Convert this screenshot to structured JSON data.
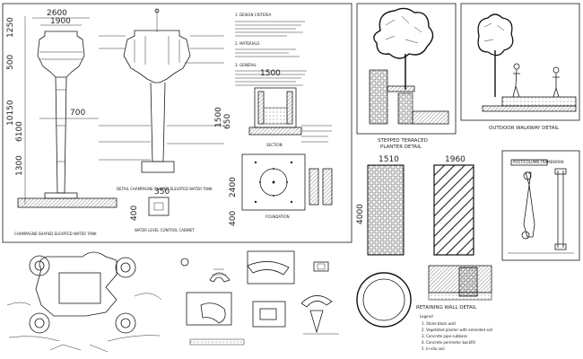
{
  "elevated_tank": {
    "dims_vertical": [
      "1250",
      "500",
      "10150",
      "6100",
      "1300"
    ],
    "dims_horizontal": [
      "2600",
      "1900",
      "700"
    ],
    "title": "CHAMPAGNE-SHAPED ELEVATED WATER TANK",
    "detail_title": "DETAIL CHAMPAGNE-SHAPED ELEVATED WATER TANK"
  },
  "valve_cabinet": {
    "dims": [
      "1500",
      "1500",
      "650"
    ],
    "title": "WATER LEVEL CONTROL CABINET",
    "section_label": "SECTION"
  },
  "foundation": {
    "dims": [
      "2400",
      "400",
      "350",
      "400"
    ],
    "title": "FOUNDATION"
  },
  "general_notes": {
    "heading": "1. DESIGN CRITERIA",
    "headings": [
      "2. MATERIALS",
      "3. GENERAL"
    ]
  },
  "planter": {
    "title_line1": "STEPPED TERRACED",
    "title_line2": "PLANTER DETAIL"
  },
  "walkway": {
    "title": "OUTDOOR WALKWAY DETAIL"
  },
  "panels": {
    "left_width": "1510",
    "right_width": "1960",
    "height": "4000"
  },
  "retaining": {
    "title": "RETAINING WALL DETAIL",
    "legend_heading": "Legend",
    "legend": [
      "1. Stone block wall",
      "2. Vegetated planter with amended soil",
      "3. Concrete pipe subbase",
      "4. Concrete perimeter backfill",
      "5. In-situ soil"
    ]
  },
  "post_detail": {
    "title": "POST/COLUMN FRAMEWORK"
  }
}
